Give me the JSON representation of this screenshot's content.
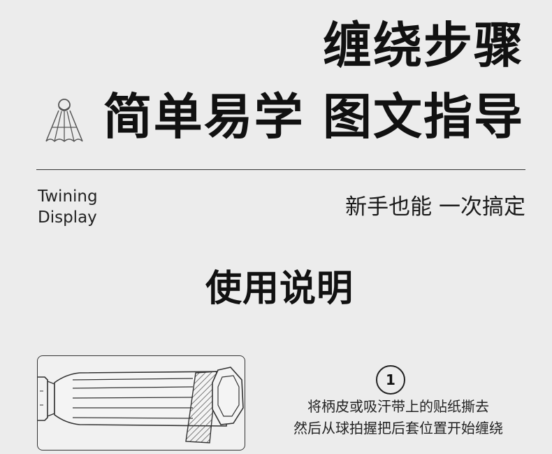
{
  "header": {
    "title_line1": "缠绕步骤",
    "title_line2": "简单易学 图文指导",
    "icon": "badminton-shuttlecock-icon"
  },
  "subheader": {
    "english_line1": "Twining",
    "english_line2": "Display",
    "tagline": "新手也能 一次搞定"
  },
  "instructions": {
    "title": "使用说明",
    "steps": [
      {
        "number": "1",
        "text_line1": "将柄皮或吸汗带上的贴纸撕去",
        "text_line2": "然后从球拍握把后套位置开始缠绕"
      }
    ]
  }
}
